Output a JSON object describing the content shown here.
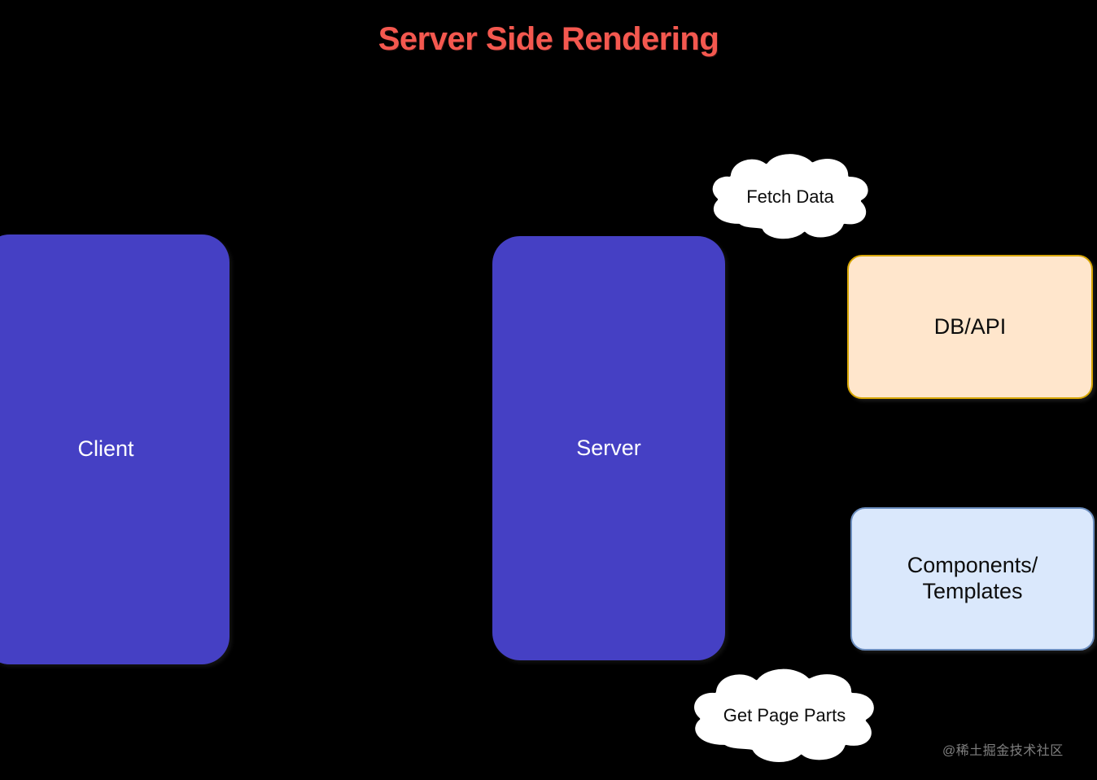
{
  "diagram": {
    "title": "Server Side Rendering",
    "background_color": "#000000",
    "title_color": "#f4584f"
  },
  "nodes": {
    "client": {
      "label": "Client",
      "fill_color": "#4540c4",
      "text_color": "#ffffff"
    },
    "server": {
      "label": "Server",
      "fill_color": "#4540c4",
      "text_color": "#ffffff"
    },
    "db_api": {
      "label": "DB/API",
      "fill_color": "#ffe6cc",
      "border_color": "#d6a500",
      "text_color": "#0d0d0d"
    },
    "components_templates": {
      "label": "Components/\nTemplates",
      "fill_color": "#dae8fc",
      "border_color": "#6c8ebf",
      "text_color": "#0d0d0d"
    }
  },
  "clouds": {
    "fetch_data": {
      "label": "Fetch Data",
      "fill_color": "#ffffff",
      "border_color": "#000000"
    },
    "get_page_parts": {
      "label": "Get Page Parts",
      "fill_color": "#ffffff",
      "border_color": "#000000"
    }
  },
  "watermark": {
    "text": "@稀土掘金技术社区"
  }
}
